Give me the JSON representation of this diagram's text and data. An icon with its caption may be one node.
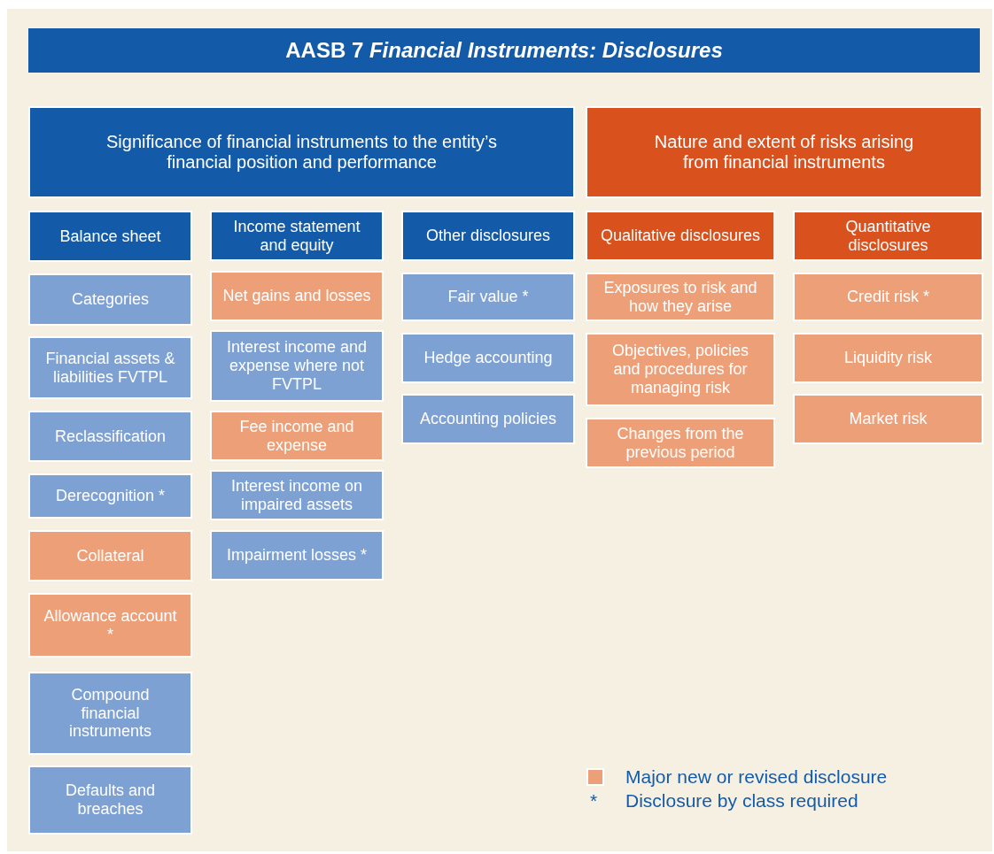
{
  "diagram": {
    "title": "AASB 7 *Financial Instruments: Disclosures*",
    "nodes": [
      {
        "text": [
          "Significance of financial instruments to  the entity’s financial position and performance"
        ]
      },
      {
        "text": [
          "Nature and extent of risks arising from financial instruments"
        ]
      },
      {
        "text": [
          "Balance sheet"
        ]
      },
      {
        "text": [
          "Income statement and equity"
        ]
      },
      {
        "text": [
          "Other disclosures"
        ]
      },
      {
        "text": [
          "Qualitative disclosures"
        ]
      },
      {
        "text": [
          "Quantitative disclosures"
        ]
      },
      {
        "text": [
          "Categories"
        ]
      },
      {
        "text": [
          "Net gains and losses"
        ]
      },
      {
        "text": [
          "Fair value *"
        ]
      },
      {
        "text": [
          "Exposures to risk and how they arise"
        ]
      },
      {
        "text": [
          "Credit risk *"
        ]
      },
      {
        "text": [
          "Financial assets & liabilities FVTPL"
        ]
      },
      {
        "text": [
          "Interest income and expense where not FVTPL"
        ]
      },
      {
        "text": [
          "Hedge accounting"
        ]
      },
      {
        "text": [
          "Objectives, policies and procedures for managing risk"
        ]
      },
      {
        "text": [
          "Liquidity risk"
        ]
      },
      {
        "text": [
          "Accounting policies"
        ]
      },
      {
        "text": [
          "Market risk"
        ]
      },
      {
        "text": [
          "Reclassification"
        ]
      },
      {
        "text": [
          "Fee income and expense"
        ]
      },
      {
        "text": [
          "Changes from the previous period"
        ]
      },
      {
        "text": [
          "Derecognition *"
        ]
      },
      {
        "text": [
          "Interest income on impaired assets"
        ]
      },
      {
        "text": [
          "Collateral"
        ]
      },
      {
        "text": [
          "Impairment losses *"
        ]
      },
      {
        "text": [
          "Allowance account *"
        ]
      },
      {
        "text": [
          "Compound financial instruments"
        ]
      },
      {
        "text": [
          "Defaults and breaches"
        ]
      }
    ],
    "labels": [
      "*"
    ],
    "legend": [
      {
        "text": "Major new or revised disclosure",
        "color": "#eda078"
      },
      {
        "text": "Disclosure by class required"
      }
    ]
  }
}
